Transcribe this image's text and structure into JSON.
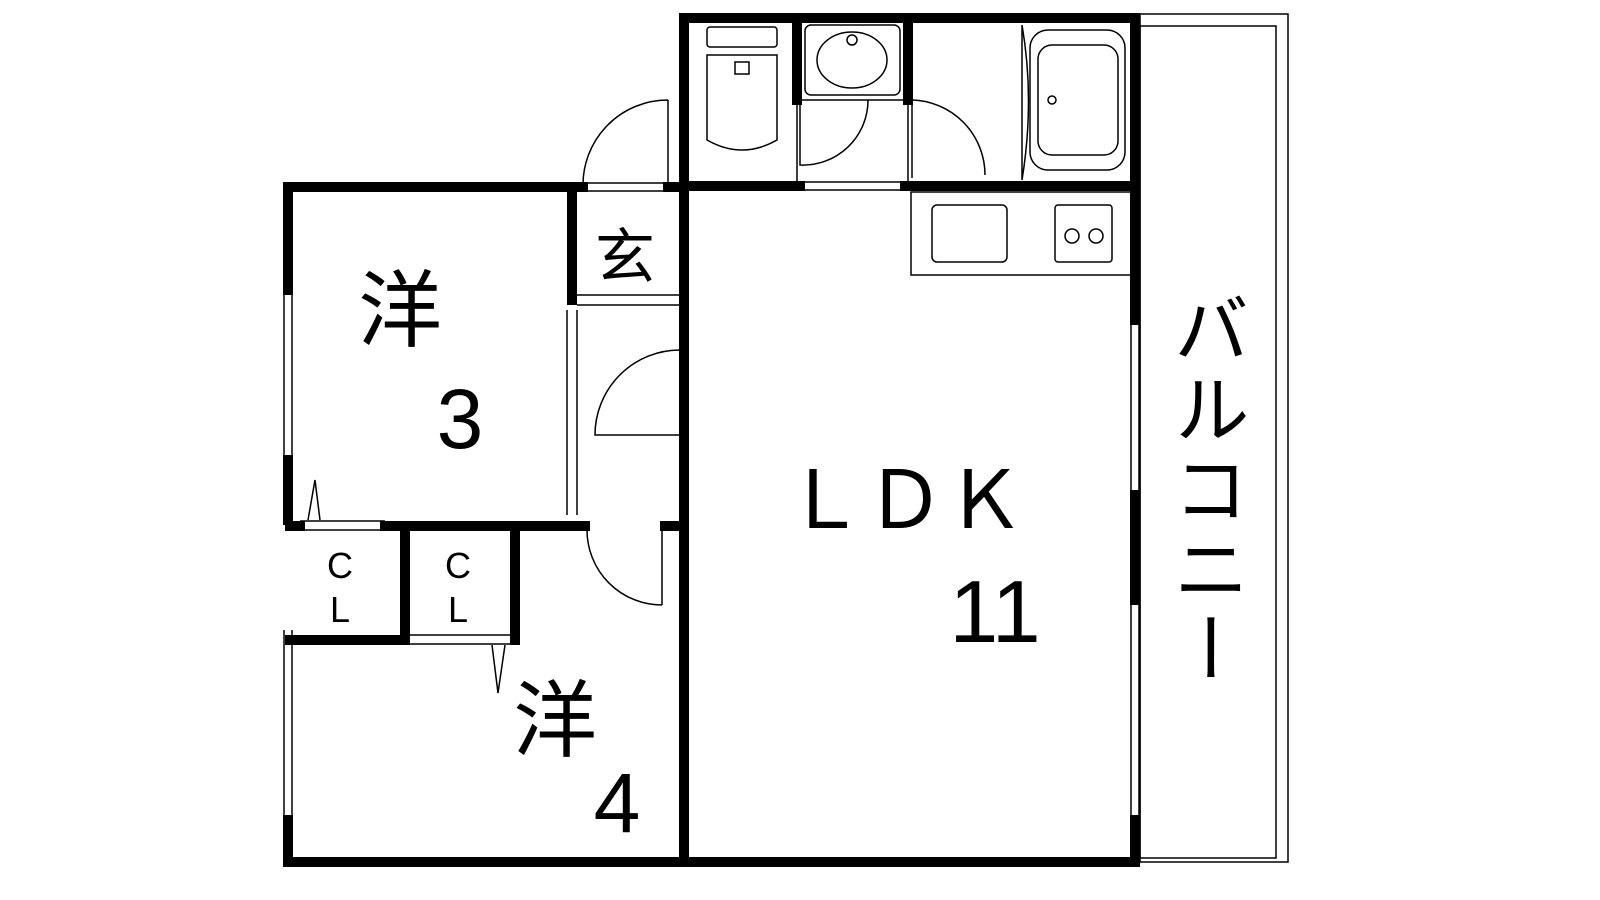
{
  "rooms": {
    "western_room_1": {
      "label": "洋",
      "size": "3"
    },
    "western_room_2": {
      "label": "洋",
      "size": "4"
    },
    "entrance": {
      "label": "玄"
    },
    "ldk": {
      "label": "ＬＤＫ",
      "size": "11"
    },
    "closet_1": {
      "line1": "C",
      "line2": "L"
    },
    "closet_2": {
      "line1": "C",
      "line2": "L"
    },
    "balcony": {
      "label": "バルコニー"
    }
  },
  "colors": {
    "wall": "#000000",
    "background": "#ffffff"
  }
}
